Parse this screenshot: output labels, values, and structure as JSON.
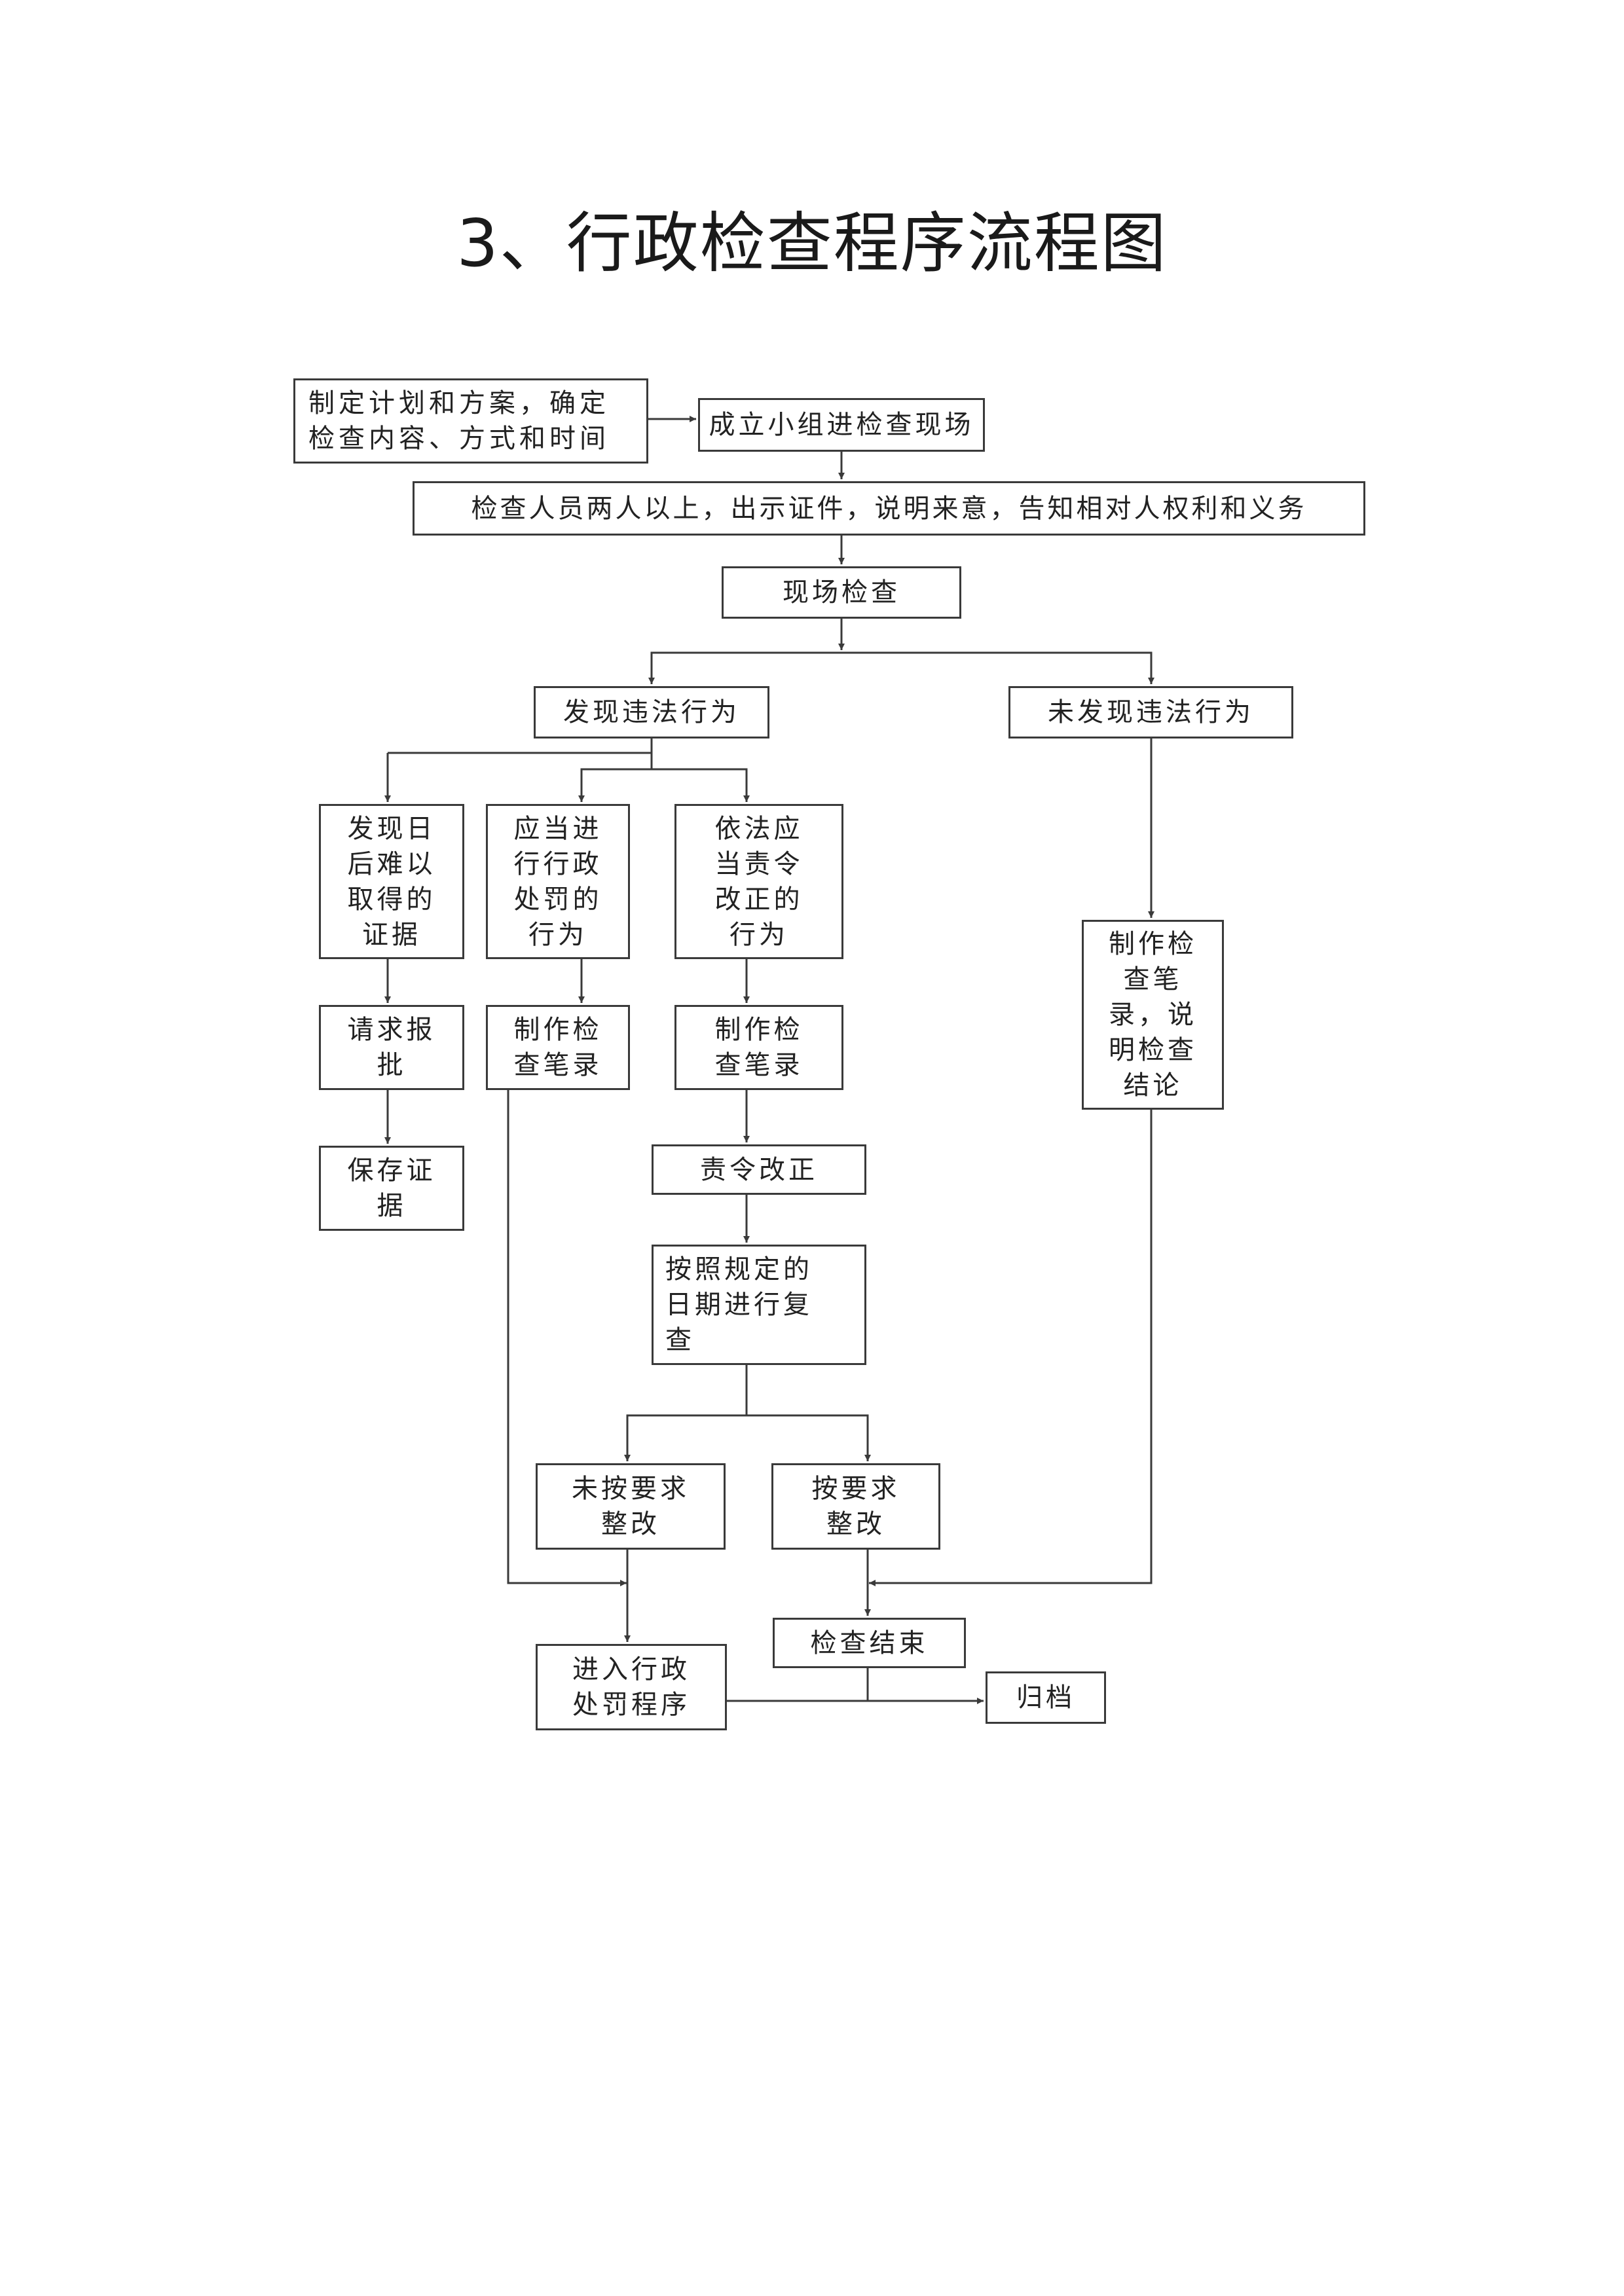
{
  "title": "3、行政检查程序流程图",
  "nodes": {
    "plan": "制定计划和方案，确定\n检查内容、方式和时间",
    "team": "成立小组进检查现场",
    "notify": "检查人员两人以上，出示证件，说明来意，告知相对人权利和义务",
    "onsite": "现场检查",
    "found": "发现违法行为",
    "not_found": "未发现违法行为",
    "hard_evidence": "发现日\n后难以\n取得的\n证据",
    "penalty_behavior": "应当进\n行行政\n处罚的\n行为",
    "correct_behavior": "依法应\n当责令\n改正的\n行为",
    "approve": "请求报\n批",
    "record_mid": "制作检\n查笔录",
    "record_right": "制作检\n查笔录",
    "record_conclusion": "制作检\n查笔\n录，说\n明检查\n结论",
    "preserve": "保存证\n据",
    "order_correct": "责令改正",
    "recheck": "按照规定的\n日期进行复\n查",
    "not_corrected": "未按要求\n整改",
    "corrected": "按要求\n整改",
    "end": "检查结束",
    "penalty_proc": "进入行政\n处罚程序",
    "archive": "归档"
  }
}
